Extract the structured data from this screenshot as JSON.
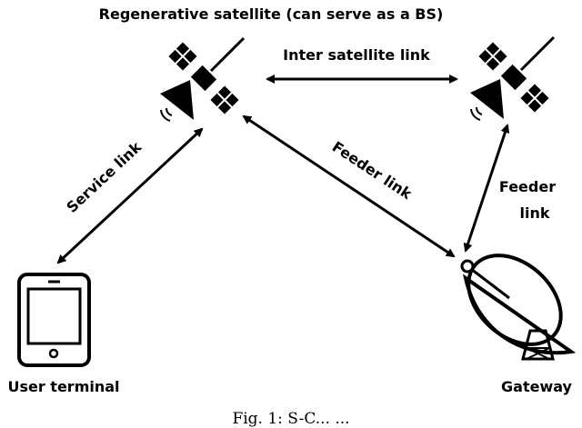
{
  "title": "Regenerative satellite (can serve as a BS)",
  "links": {
    "inter_satellite": "Inter satellite link",
    "service": "Service link",
    "feeder_left": "Feeder link",
    "feeder_right_line1": "Feeder",
    "feeder_right_line2": "link"
  },
  "nodes": {
    "user_terminal": "User terminal",
    "gateway": "Gateway"
  },
  "caption": "Fig. 1: S-C... ...",
  "icons": {
    "satellite_left": "satellite-icon",
    "satellite_right": "satellite-icon",
    "phone": "smartphone-icon",
    "gateway": "satellite-dish-icon"
  }
}
